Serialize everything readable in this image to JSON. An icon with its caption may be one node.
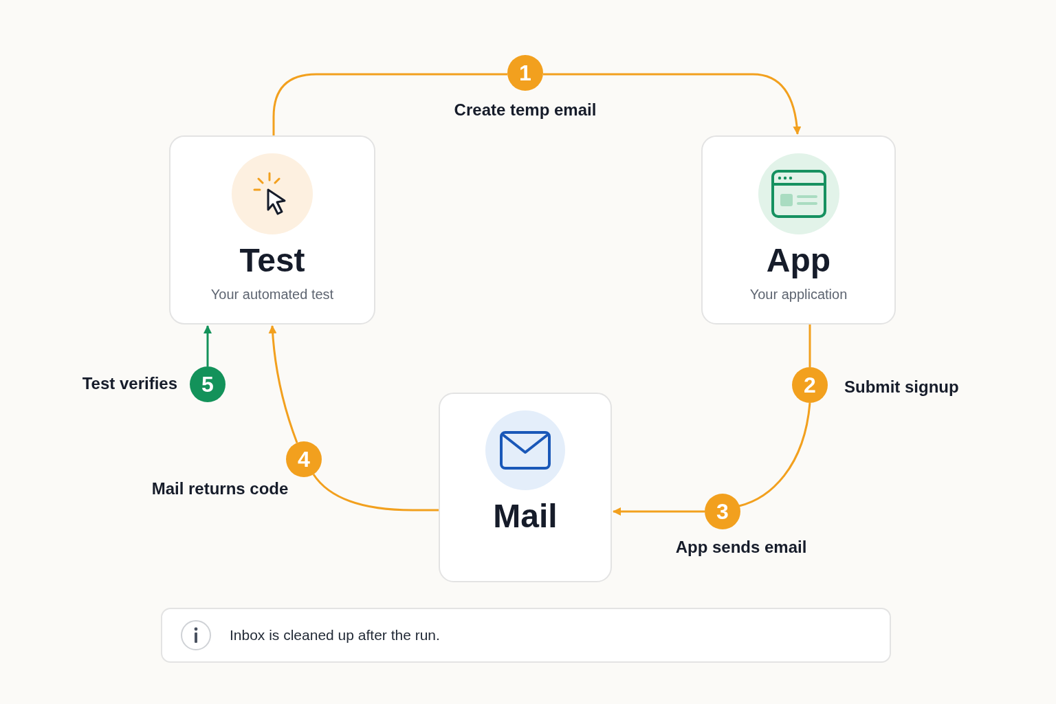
{
  "diagram": {
    "nodes": [
      {
        "text": [
          "Test",
          "Your automated test"
        ]
      },
      {
        "text": [
          "App",
          "Your application"
        ]
      },
      {
        "text": [
          "1"
        ],
        "beside": [
          "Create temp email"
        ]
      },
      {
        "text": [
          "2"
        ],
        "beside": [
          "Submit signup"
        ]
      },
      {
        "text": [
          "Mail"
        ]
      },
      {
        "text": [
          "3"
        ],
        "beside": [
          "App sends email"
        ]
      },
      {
        "text": [
          "4"
        ],
        "beside": [
          "Mail returns code"
        ]
      },
      {
        "text": [
          "5"
        ],
        "beside": [
          "Test verifies"
        ]
      },
      {
        "text": [
          "Inbox is cleaned up after the run."
        ]
      }
    ],
    "edges": [
      {
        "from": 0,
        "to": 2,
        "arrow": "none"
      },
      {
        "from": 2,
        "to": 1,
        "arrow": "to"
      },
      {
        "from": 1,
        "to": 3,
        "arrow": "none"
      },
      {
        "from": 3,
        "to": 5,
        "arrow": "none"
      },
      {
        "from": 5,
        "to": 4,
        "arrow": "to"
      },
      {
        "from": 4,
        "to": 6,
        "arrow": "none"
      },
      {
        "from": 6,
        "to": 0,
        "arrow": "to"
      },
      {
        "from": 7,
        "to": 0,
        "arrow": "to",
        "color": "#13925a"
      }
    ]
  }
}
